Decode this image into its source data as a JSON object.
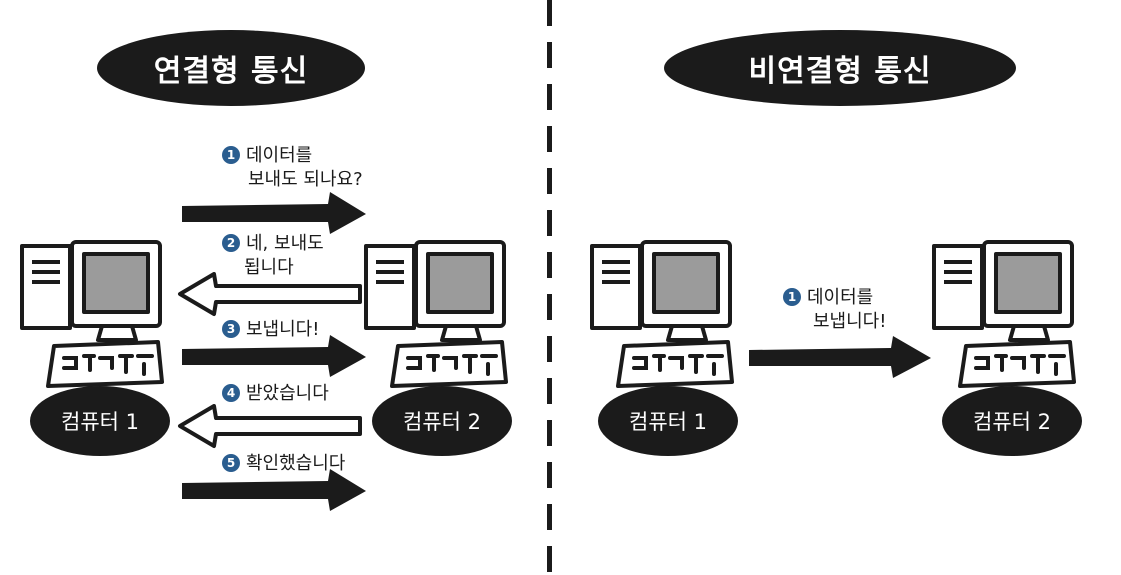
{
  "left_panel": {
    "title": "연결형 통신",
    "computer_left": "컴퓨터 1",
    "computer_right": "컴퓨터 2",
    "messages": [
      {
        "num": "1",
        "line1": "데이터를",
        "line2": "보내도 되나요?"
      },
      {
        "num": "2",
        "line1": "네, 보내도",
        "line2": "됩니다"
      },
      {
        "num": "3",
        "line1": "보냅니다!",
        "line2": ""
      },
      {
        "num": "4",
        "line1": "받았습니다",
        "line2": ""
      },
      {
        "num": "5",
        "line1": "확인했습니다",
        "line2": ""
      }
    ]
  },
  "right_panel": {
    "title": "비연결형 통신",
    "computer_left": "컴퓨터 1",
    "computer_right": "컴퓨터 2",
    "messages": [
      {
        "num": "1",
        "line1": "데이터를",
        "line2": "보냅니다!"
      }
    ]
  },
  "colors": {
    "pill": "#1b1b1b",
    "number_badge": "#2a5d8f",
    "monitor_screen": "#9b9b9b"
  }
}
